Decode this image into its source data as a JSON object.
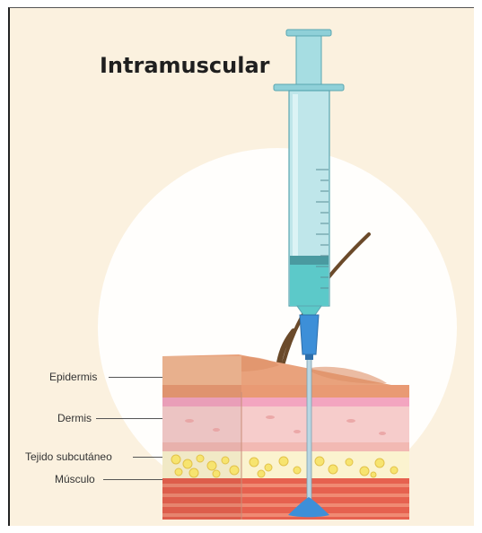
{
  "title": "Intramuscular",
  "layers": [
    {
      "key": "epidermis",
      "label": "Epidermis"
    },
    {
      "key": "dermis",
      "label": "Dermis"
    },
    {
      "key": "subcutaneous",
      "label": "Tejido subcutáneo"
    },
    {
      "key": "muscle",
      "label": "Músculo"
    }
  ],
  "colors": {
    "background": "#fbf1df",
    "syringe_barrel": "#a9dde3",
    "liquid": "#5cc9c9",
    "needle_hub": "#3d8fd8",
    "epidermis": "#e8a07a",
    "dermis": "#f4c6c6",
    "fat": "#f4e27a",
    "muscle": "#e15b4e"
  },
  "icons": [
    "syringe-icon",
    "hair-icon",
    "needle-icon"
  ]
}
